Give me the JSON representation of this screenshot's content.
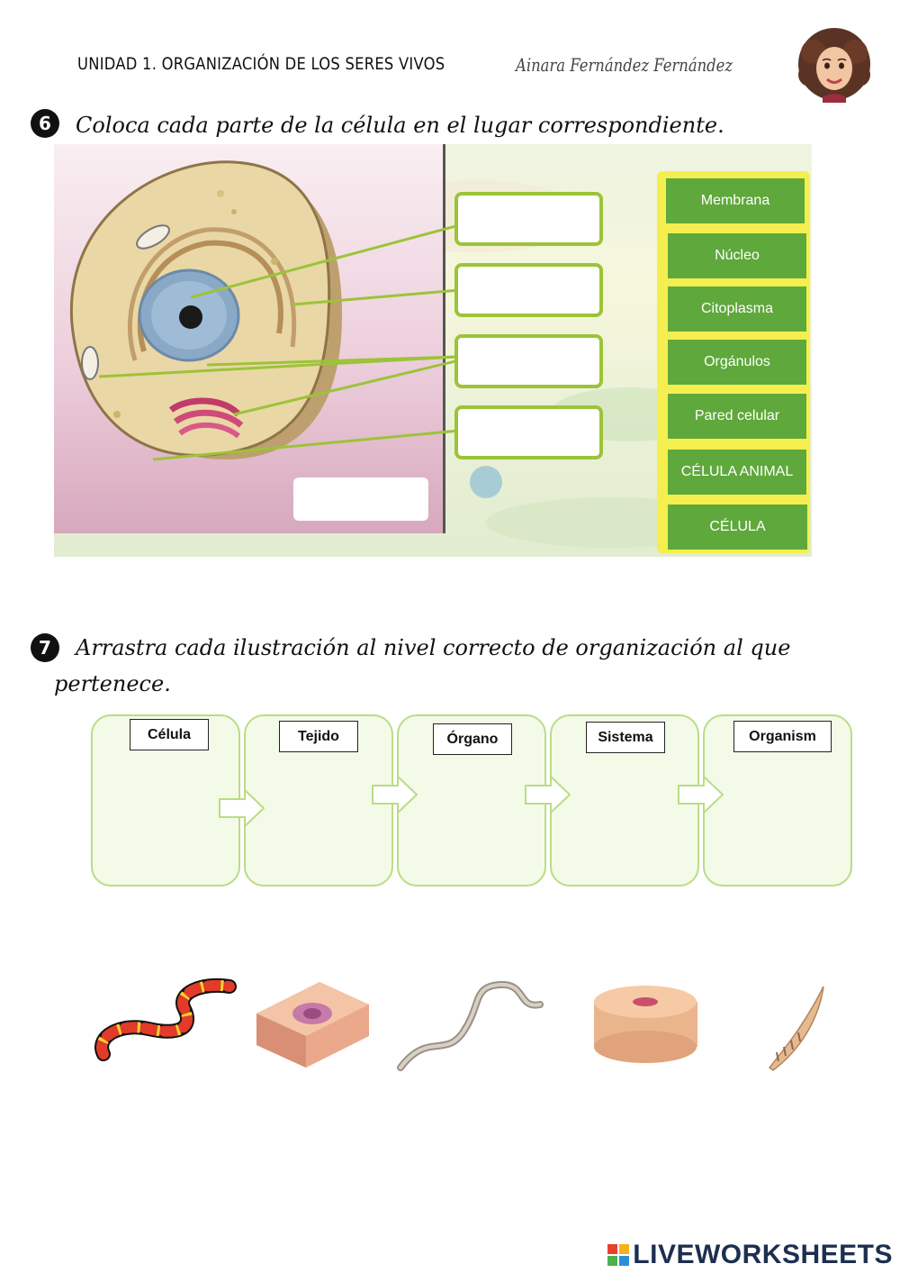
{
  "header": {
    "title": "UNIDAD 1. ORGANIZACIÓN DE LOS SERES VIVOS",
    "author": "Ainara Fernández Fernández"
  },
  "q6": {
    "number": "6",
    "instruction": "Coloca cada parte de la célula en el lugar correspondiente.",
    "options": [
      "Membrana",
      "Núcleo",
      "Citoplasma",
      "Orgánulos",
      "Pared celular",
      "CÉLULA ANIMAL",
      "CÉLULA"
    ]
  },
  "q7": {
    "number": "7",
    "instruction_line1": "Arrastra cada ilustración al nivel correcto de organización al que",
    "instruction_line2": "pertenece.",
    "levels": [
      "Célula",
      "Tejido",
      "Órgano",
      "Sistema",
      "Organism"
    ]
  },
  "footer": {
    "brand": "LIVEWORKSHEETS",
    "logo_colors": [
      "#e8412c",
      "#f6b21a",
      "#4caf50",
      "#2c8fd6"
    ]
  }
}
